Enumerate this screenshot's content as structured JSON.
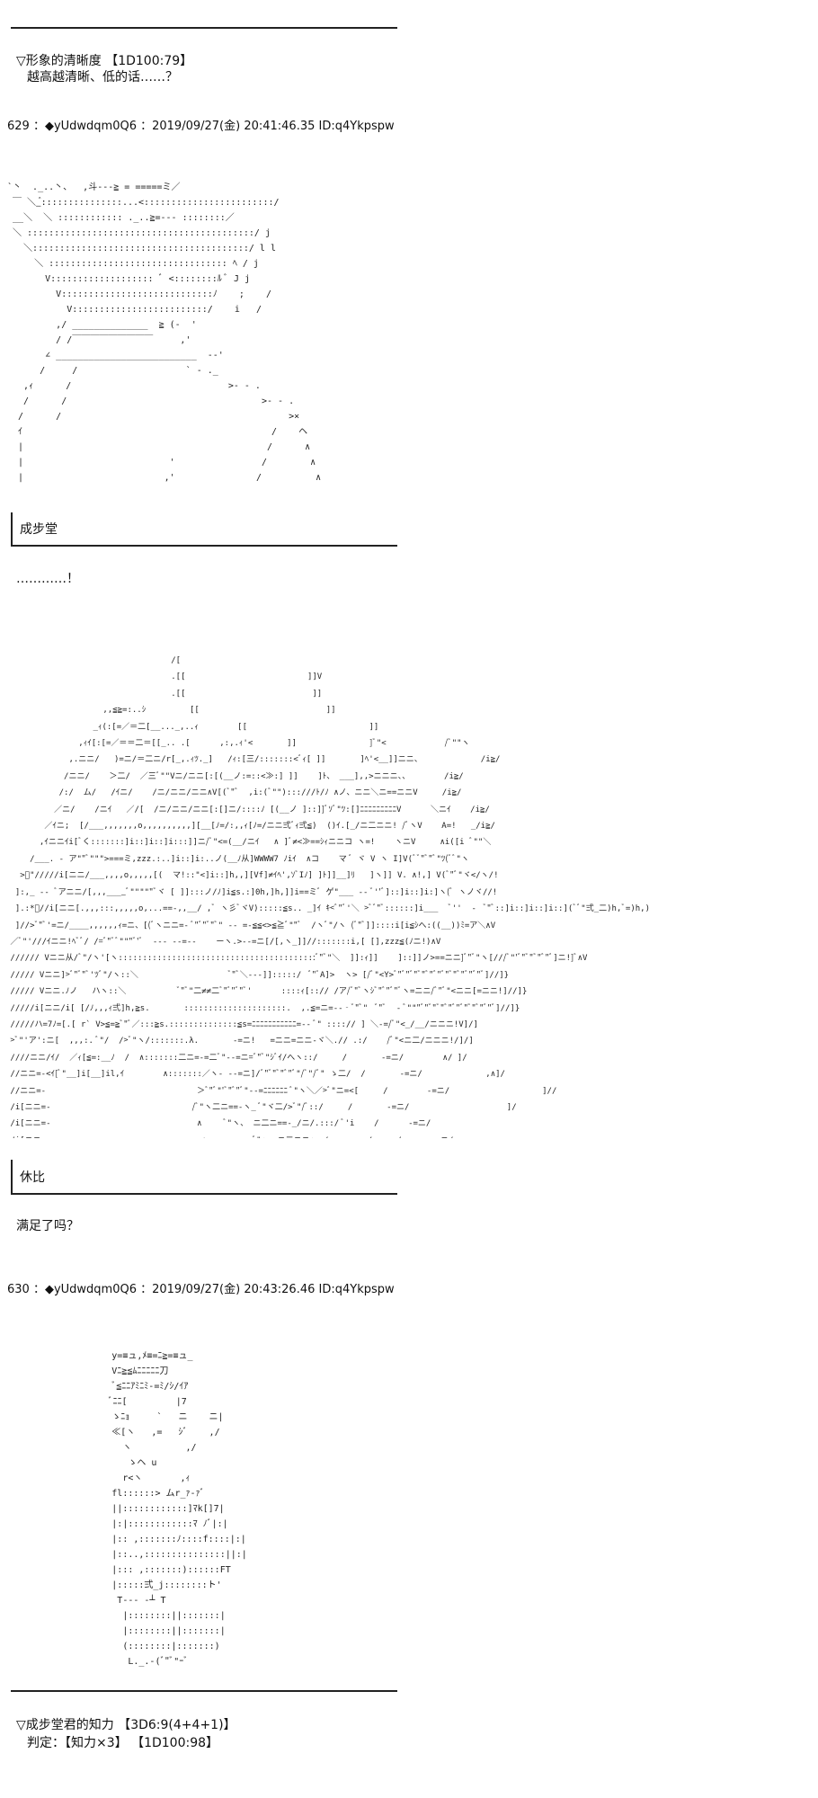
{
  "roll1": {
    "label": "▽形象的清晰度 【1D100:79】",
    "result": "越高越清晰、低的话……？"
  },
  "post629": {
    "header": "629 ：◆yUdwdqm0Q6 ：2019/09/27(金) 20:41:46.35 ID:q4Ykpspw",
    "art": "`丶  ._..丶、  ,斗‐‐‐≧ = =====ミ／\n ￣ ＼_゙:::::::::::::::...<::::::::::::::::::::::::/\n __＼  ＼ :::::::::::: ._..≧=‐‐‐ ::::::::／\n ＼ ::::::::::::::::::::::::::::::::::::::::::/ j\n   ＼::::::::::::::::::::::::::::::::::::::::/ l l\n     ＼ ::::::::::::::::::::::::::::::::: ﾍ / j\n       V::::::::::::::::::: ﾞ <::::::::ﾙ ﾞ J j\n         V::::::::::::::::::::::::::::ﾉ    ;    /\n           V:::::::::::::::::::::::::/    i   /\n         ,/ ______________  ≧ (-  '\n         / /￣￣￣￣￣￣￣￣￣     ,'\n       ∠ __________________________  -‐'\n      /     /                    ` - ._\n   ,ｨ      /                             >‐ - .\n   /      /                                    >‐ - .\n  /      /                                          >×\n  ｲ                                              /    ヘ\n  |                                             /      ∧\n  |                           '                /        ∧\n  |                          ,'               /          ∧"
  },
  "seijoudou": {
    "name": "成步堂",
    "line": "…………！",
    "art": "                                  /[\n                                  .[[                         ]]V\n                                  .[[                          ]]\n                    ,,≦≧=:..ｼ         [[                          ]]\n                  _ｨ(:[=／＝二[__..._,..ｨ        [[                         ]]\n               ,ｨｲ[:[=／＝＝二＝[[_.. .[      ,:,.ｨ'<       ]]               ]ﾞ\"<            /ﾞ\"\"ヽ\n             ,.ニニ/   )=ニ/＝二ニ/r[_,.ｨﾂ._]   /ｨ:[三/:::::::<ﾞｨ[ ]]       ]ﾍ'<__]]ニニ、            /i≧/\n            /ニニ/    ＞二/  ／三ﾞ\"\"Vニ/ニニ[:[(__ノ:=::<≫:] ]]    ]ﾄ、 ___],,>ニニニ、、       /i≧/\n           /:/  ム/   /ｲニ/    /ニ/ニニ/ニニ∧V[(ﾞ\"ﾞ  ,i:(ﾞ\"\"):::///ﾄ/ﾉ ∧ノ、ニニ＼ニ==ニニV     /i≧/\n          ／ニ/    /ニｲ   ／/[  /ニ/ニニ/ニニ[:[]ニ/::::ﾉ [(__ノ ]::]]ﾞｿﾞ\"ﾂ:[]ﾆﾆﾆﾆﾆﾆﾆﾆﾆV      ＼ニｲ    /i≧/\n        ／ｲニ;  [/___,,,,,,,o,,,,,,,,,,][__[ﾉ=/:,,ｨ[ﾉ=/ニニ弍ﾞｨ弍≦)  ()ｲ.[_/ニ二ニニ! /ﾞヽV    A=!   _/i≧/\n       ,ｲニニｲi[ﾞく:::::::]i::]i::]i:::]]ニ/ﾞ\"<=(__/ニｲ   ∧ ]ﾞ≠<≫==ｼｨニニコ ヽ=!    ヽニV     ∧i([i ﾞ\"\"＼\n     /___. ‐ ア\"\"ﾞ\"\"\">===ミ,zzz.:..]i::]i:..ノ(__ﾉ从]WWWW7 ﾉiｲ  ∧コ    マ ﾞ ヾ V ヽ I]V(ﾞﾞ\"ﾞ\"ﾞ\"ﾂ(ﾞﾞ\"ヽ\n   >ﾞ\"/////i[ニニ/___,,,,o,,,,,[(  マ!::\"<]i::]h,,][Vf]≠ｲﾍ',ｿﾞIﾉ] ]ﾄ]]__]ﾘ   ]ヽ]] V. ∧!,] V(ﾞ\"ﾞ\"ヾ</ヽ/!\n  ]:,_ ‐‐ ﾞアニニ/[,,,____ﾞ\"\"\"\"\"ﾞヾ [ ]]:::ノ/ﾉ]i≦s.:]0h,]h,]]i==ミﾞ ゲ\"___ ‐‐ ﾞ''ﾞ]::]i::]i:]ヽ(ﾞ ヽノヾ//!\n  ].:*ﾞ//i[ニニ[.,,,:::,,,,,o,...==‐,,__/ ,ﾞ ヽ彡ﾞヾV):::::≦s.. _]ｲ ｷ<ﾞ\"ﾞ'＼ >ﾞﾞ\"ﾞ::::::]i___  ﾞ''  ‐  ﾞ\"ﾞ::]i::]i::]i::](ﾞﾞ\"弍_二)h,ﾞ=)h,)\n  ]//>ﾞ\"ﾞ'=ニ/____,,,,,,ｨ=ニ、[(ﾞヽニニ=‐ ﾞ\"ﾞ\"ﾞ\"ﾞ\" ‐‐ =‐≦≦<>≦≧ﾞ\"\"ﾞ  /ヽﾞ\"/ヽ (ﾞ\"ﾞ]]::::i[i≦ｼへ:((__))ﾐ=ア＼∧V\n ／ﾞ\"'///ｲニニ!ﾍﾞﾞ/ /=ﾞ\"ﾞﾞ\"\"\"ﾞ'ﾞ  ‐‐‐ ‐‐=‐‐    ーヽ.>‐‐=ニ[/[,ヽ_]]//:::::::i,[ [],zzz≦(ﾉニ!)∧V\n ////// Vニニ从/ﾞ\"/ヽ'[ヽ:::::::::::::::::::::::::::::::::::::::::ﾞ\"ﾞ\"＼  ]]:ｨ]]    ]::]]ノ>==ニニ]ﾞ\"ﾞ\"ヽ[///ﾞ\"'ﾞ\"ﾞ\"ﾞ\"ﾞ\"ﾞ]ニ!]ﾞ∧V\n ///// Vニニ]>ﾞ\"ﾞ\"ﾞ'ﾂﾞ\"/ヽ::＼                   ﾞ\"ﾞ＼‐‐‐]]:::::/  ﾞ\"ﾞA]>  ヽ> [/ﾞ\"<Y>ﾞ\"ﾞ\"ﾞ\"ﾞ\"ﾞ\"ﾞ\"ﾞ\"ﾞ\"ﾞ\"ﾞ\"ﾞ\"ﾞ]//]}\n ///// Vニニ.ﾉノ   ハヽ::＼           ﾞ\"ﾞ\"二≠≠二ﾞ\"ﾞ\"ﾞ\"ﾞ'      ::::ｨ[::// /ア/ﾞ\"ﾞヽｼﾞ\"ﾞ\"ﾞ\"ﾞヽ=ニニ/ﾞ\"ﾞ\"<ニニ[=ニニ!]//]}\n /////i[ニニ/i[ [/ﾉ,,,ｨ弍]h,≧s.       :::::::::::::::::::::.  ,.≦=ニ=‐‐‐ﾞ\"ﾞ\"  ﾞ\"ﾞ  ‐ ﾞ\"\"\"ﾞ\"ﾞ\"ﾞ\"ﾞ\"ﾞ\"ﾞ\"ﾞ\"ﾞ\"ﾞ\"ﾞ]//]}\n /////ハ=7ﾉ=[.[ r` V>≦=≧ﾞ\"ﾞ／:::≧s.::::::::::::::≦s=ﾆﾆﾆﾆﾆﾆﾆﾆﾆﾆﾆ=‐‐ ﾞ\" ::::// ] ＼‐=/ﾞ\"<_/__/ニニニ!V]/]\n >ﾞ\"'ア':ニ[  ,,,:. ﾞ\"/  />ﾞ\"ヽ/:::::::.λ.       ‐=ニ!   =ニニ=ニニ‐ヾ＼.// .:/    /ﾞ\"<ニ二/ニニニ!/]/]\n ////ニニ/ｲ/  ／ｨ[≦=:__ﾉ  /  ∧:::::::二ニ=‐=二ﾞ\"‐‐=ニ=ﾞ\"ﾞ\"ｼﾞｲ/へヽ::/     /       ‐=ニ/        ∧/ ]/\n //ニニ=‐<ｲ[ﾞ\"__]i[__]il,ｲ        ∧:::::::／ヽ‐ ‐‐=ニ]/ﾞ\"ﾞ\"ﾞ\"ﾞ\"ﾞ\"/ﾞ\"/ﾞ\" ゝ二/  /       ‐=ニ/             ,∧]/\n //ニニ=‐                               ＞ﾞ\"ﾞ\"'ﾞ\"ﾞ\"ﾞ\"‐‐=ﾆﾆﾆﾆﾆﾆ ﾞ\"ヽ＼／>ﾞ\"ニ=<[     /        ‐=ニ/                   ]//\n /i[ニニ=‐                             /ﾞ\"ヽ二ニ==‐ヽ_ ﾞ\"ヾ二/>ﾞ\"/ﾞ::/     /       ‐=ニ/                    ]/\n /i[ニニ=‐                              ∧     ﾞ\"ヽ、 ニ二ニ==‐_/ニ/.:::/ ﾞ'i    /      ‐=ニ/\n /i[ニニ=‐                               ∧          ﾞ\"ヽ、ニ二ニニｨ:_/::::::::/     /      ‐=ニ/"
  },
  "kyuubi": {
    "name": "休比",
    "line": "满足了吗？"
  },
  "post630": {
    "header": "630 ：◆yUdwdqm0Q6 ：2019/09/27(金) 20:43:26.46 ID:q4Ykpspw",
    "art": "              y=≡ュ,ﾒ≡=ﾆ≧=≡ュ_\n              Vﾆ≧≦ﾑﾆﾆﾆﾆﾆ刀\n              ﾞ≦ﾆﾆｱﾐﾆﾐ‐=ﾐ/ｼ/ｲｱ\n              ﾞﾆﾆ[         |7\n              ゝﾆｮ     `   ニ    ニ|\n              ≪[ヽ   ,=   ｼﾞ    ,/\n                ヽ          ,/\n                 ゝヘ u\n                r<ヽ       ,ｨ\n              fl::::::> ムr_ｧ‐ｧﾞ\n              ||::::::::::::]ﾏk[]7|\n              |:|::::::::::::ﾏ ﾉﾞ|:|\n              |:: ,:::::::ﾉ::::f::::|:|\n              |::..,:::::::::::::::||:|\n              |::: ,:::::::)::::::FT\n              |:::::弍_j::::::::ト'\n               T‐‐‐ ‐┴ T\n                |::::::::||:::::::|\n                |::::::::||:::::::|\n                (::::::::|:::::::)\n                 L._.-(ﾞ\"ﾞ\"ｰﾞ"
  },
  "roll2": {
    "label": "▽成步堂君的知力 【3D6:9(4+4+1)】",
    "result": "判定：【知力×3】 【1D100:98】"
  }
}
